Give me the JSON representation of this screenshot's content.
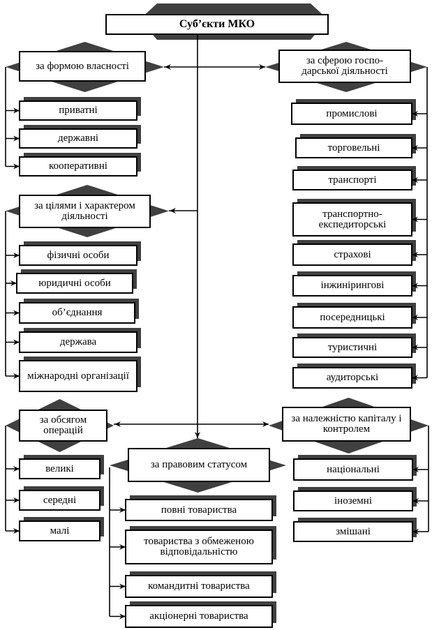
{
  "title": "Суб’єкти МКО",
  "colors": {
    "shadow": "#404040",
    "line": "#000000",
    "box": "#ffffff"
  },
  "categories": {
    "ownership": {
      "label": "за формою власності",
      "items": [
        "приватні",
        "державні",
        "кооперативні"
      ]
    },
    "sphere": {
      "label": "за сферою господарської діяльності",
      "label_display": "за сферою госпо-\nдарської діяльності",
      "items": [
        "промислові",
        "торговельні",
        "транспорті",
        "транспортно-експедиторські",
        "страхові",
        "інжинірингові",
        "посередницькі",
        "туристичні",
        "аудиторські"
      ]
    },
    "goals": {
      "label": "за цілями і характером діяльності",
      "items": [
        "фізичні особи",
        "юридичні особи",
        "об’єднання",
        "держава",
        "міжнародні організації"
      ]
    },
    "volume": {
      "label": "за обсягом операцій",
      "items": [
        "великі",
        "середні",
        "малі"
      ]
    },
    "capital": {
      "label": "за належністю капіталу і контролем",
      "items": [
        "національні",
        "іноземні",
        "змішані"
      ]
    },
    "legal": {
      "label": "за правовим статусом",
      "items": [
        "повні товариства",
        "товариства з обмеженою відповідальністю",
        "командитні товариства",
        "акціонерні товариства"
      ]
    }
  }
}
